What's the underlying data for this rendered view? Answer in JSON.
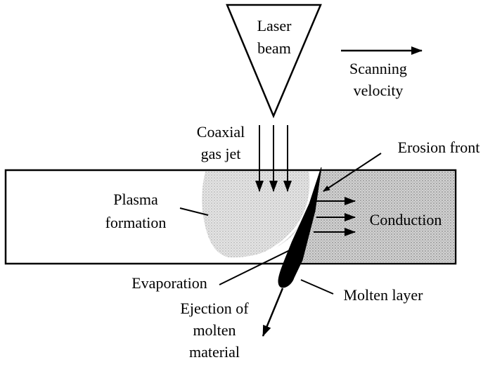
{
  "labels": {
    "laser_beam": [
      "Laser",
      "beam"
    ],
    "scanning_velocity": [
      "Scanning",
      "velocity"
    ],
    "coaxial_gas_jet": [
      "Coaxial",
      "gas jet"
    ],
    "erosion_front": "Erosion front",
    "plasma_formation": [
      "Plasma",
      "formation"
    ],
    "conduction": "Conduction",
    "evaporation": "Evaporation",
    "molten_layer": "Molten layer",
    "ejection": [
      "Ejection of",
      "molten",
      "material"
    ]
  },
  "colors": {
    "line": "#000000",
    "workpiece_fill": "#ffffff",
    "hatched_region": "#c8c8c8",
    "plasma_region": "#dcdcdc",
    "molten_layer": "#000000",
    "background": "#ffffff"
  }
}
